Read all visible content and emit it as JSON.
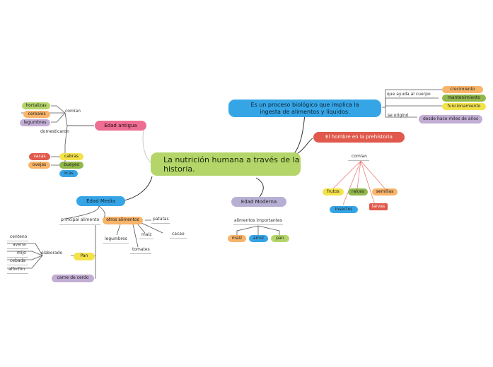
{
  "central": "La nutrición humana a través de la historia.",
  "definition": "Es un proceso biológico que implica la ingesta de alimentos y líquidos.",
  "definition_branch": {
    "label_ayuda": "que ayuda al cuerpo",
    "ayuda_items": [
      "crecimiento",
      "mantenimiento",
      "funcionamiento"
    ],
    "label_origino": "se originó",
    "origino_item": "desde hace miles de años"
  },
  "prehistoria": {
    "title": "El hombre en la prehistoria",
    "label": "comían",
    "items": [
      "frutos",
      "raíces",
      "semillas",
      "insectos",
      "larvas"
    ]
  },
  "moderna": {
    "title": "Edad Moderna",
    "label": "alimentos importantes",
    "items": [
      "maíz",
      "arroz",
      "pan"
    ]
  },
  "antigua": {
    "title": "Edad antigua",
    "label_comian": "comían",
    "comian_items": [
      "hortalizas",
      "cereales",
      "legumbres"
    ],
    "label_domesticaron": "domesticaron",
    "domest_items": [
      "vacas",
      "ovejas",
      "cabras",
      "bueyes",
      "ocas"
    ]
  },
  "media": {
    "title": "Edad Media",
    "label_principal": "principal alimento",
    "otros": "otros alimentos",
    "otros_items": [
      "patatas",
      "legumbres",
      "maíz",
      "cacao",
      "tomates"
    ],
    "label_elaborado": "elaborado",
    "pan": "Pan",
    "pan_items": [
      "centeno",
      "avena",
      "mijo",
      "cebada",
      "alforfón"
    ],
    "carne": "carne de cerdo"
  }
}
